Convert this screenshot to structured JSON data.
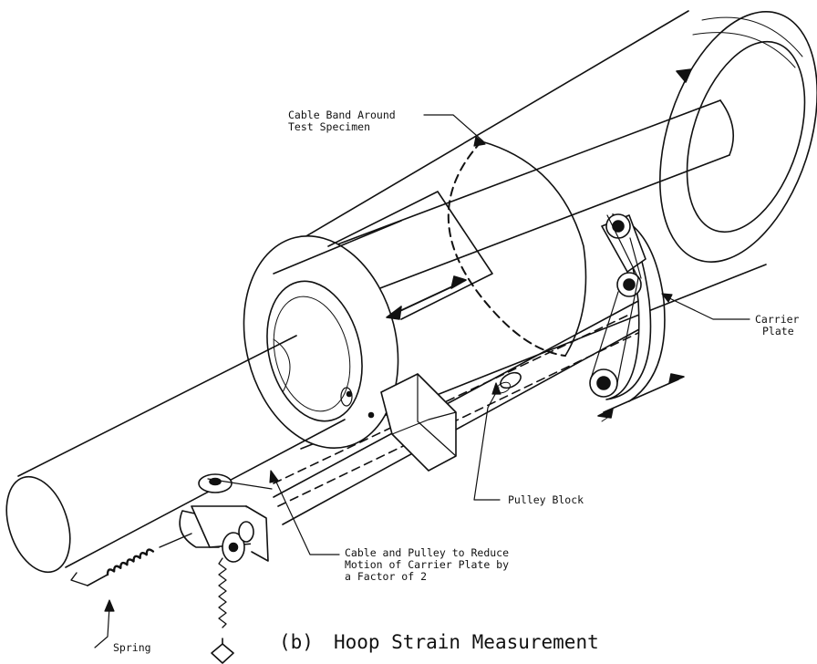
{
  "figure": {
    "caption": {
      "tag": "(b)",
      "title": "Hoop Strain Measurement"
    },
    "labels": {
      "cable_band": [
        "Cable Band Around",
        "Test Specimen"
      ],
      "carrier_plate": [
        "Carrier",
        "Plate"
      ],
      "pulley_block": "Pulley Block",
      "cable_pulley": [
        "Cable and Pulley to Reduce",
        "Motion of Carrier Plate by",
        "a Factor of 2"
      ],
      "spring": "Spring"
    },
    "colors": {
      "ink": "#111111",
      "paper": "#ffffff"
    }
  }
}
